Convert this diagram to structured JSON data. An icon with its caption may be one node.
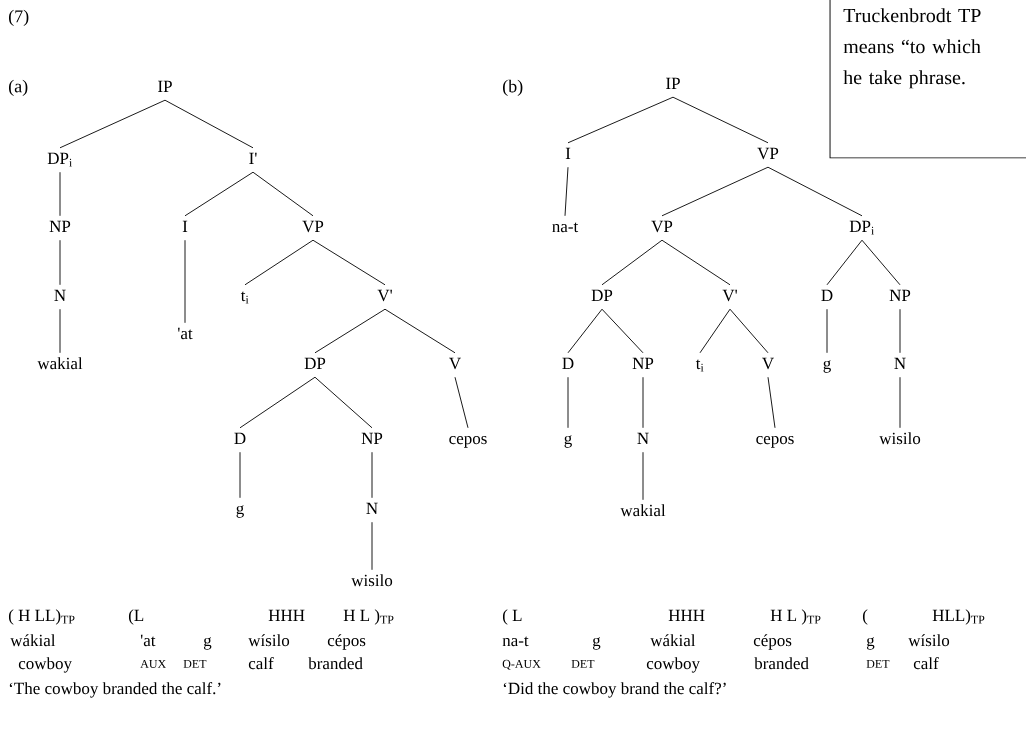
{
  "diagram": {
    "nodes": [
      {
        "text": [
          "IP"
        ]
      },
      {
        "text": [
          "DP$_{i}$"
        ]
      },
      {
        "text": [
          "I'"
        ]
      },
      {
        "text": [
          "NP"
        ]
      },
      {
        "text": [
          "I"
        ]
      },
      {
        "text": [
          "VP"
        ]
      },
      {
        "text": [
          "N"
        ]
      },
      {
        "text": [
          "'at"
        ]
      },
      {
        "text": [
          "t$_{i}$"
        ]
      },
      {
        "text": [
          "V'"
        ]
      },
      {
        "text": [
          "wakial"
        ]
      },
      {
        "text": [
          "DP"
        ]
      },
      {
        "text": [
          "V"
        ]
      },
      {
        "text": [
          "D"
        ]
      },
      {
        "text": [
          "NP"
        ]
      },
      {
        "text": [
          "cepos"
        ]
      },
      {
        "text": [
          "g"
        ]
      },
      {
        "text": [
          "N"
        ]
      },
      {
        "text": [
          "wisilo"
        ]
      },
      {
        "text": [
          "IP"
        ]
      },
      {
        "text": [
          "I"
        ]
      },
      {
        "text": [
          "VP"
        ]
      },
      {
        "text": [
          "na-t"
        ]
      },
      {
        "text": [
          "VP"
        ]
      },
      {
        "text": [
          "DP$_{i}$"
        ]
      },
      {
        "text": [
          "DP"
        ]
      },
      {
        "text": [
          "V'"
        ]
      },
      {
        "text": [
          "D"
        ]
      },
      {
        "text": [
          "NP"
        ]
      },
      {
        "text": [
          "D"
        ]
      },
      {
        "text": [
          "NP"
        ]
      },
      {
        "text": [
          "t$_{i}$"
        ]
      },
      {
        "text": [
          "V"
        ]
      },
      {
        "text": [
          "g"
        ]
      },
      {
        "text": [
          "N"
        ]
      },
      {
        "text": [
          "g"
        ]
      },
      {
        "text": [
          "N"
        ]
      },
      {
        "text": [
          "cepos"
        ]
      },
      {
        "text": [
          "wisilo"
        ]
      },
      {
        "text": [
          "wakial"
        ]
      },
      {
        "text": [
          "Truckenbrodt TP means “to which he take phrase."
        ]
      }
    ],
    "edges": [
      {
        "from": 0,
        "to": 1,
        "arrow": "none"
      },
      {
        "from": 0,
        "to": 2,
        "arrow": "none"
      },
      {
        "from": 1,
        "to": 3,
        "arrow": "none"
      },
      {
        "from": 3,
        "to": 6,
        "arrow": "none"
      },
      {
        "from": 6,
        "to": 10,
        "arrow": "none"
      },
      {
        "from": 2,
        "to": 4,
        "arrow": "none"
      },
      {
        "from": 2,
        "to": 5,
        "arrow": "none"
      },
      {
        "from": 4,
        "to": 7,
        "arrow": "none"
      },
      {
        "from": 5,
        "to": 8,
        "arrow": "none"
      },
      {
        "from": 5,
        "to": 9,
        "arrow": "none"
      },
      {
        "from": 9,
        "to": 11,
        "arrow": "none"
      },
      {
        "from": 9,
        "to": 12,
        "arrow": "none"
      },
      {
        "from": 11,
        "to": 13,
        "arrow": "none"
      },
      {
        "from": 11,
        "to": 14,
        "arrow": "none"
      },
      {
        "from": 12,
        "to": 15,
        "arrow": "none"
      },
      {
        "from": 13,
        "to": 16,
        "arrow": "none"
      },
      {
        "from": 14,
        "to": 17,
        "arrow": "none"
      },
      {
        "from": 17,
        "to": 18,
        "arrow": "none"
      },
      {
        "from": 19,
        "to": 20,
        "arrow": "none"
      },
      {
        "from": 19,
        "to": 21,
        "arrow": "none"
      },
      {
        "from": 20,
        "to": 22,
        "arrow": "none"
      },
      {
        "from": 21,
        "to": 23,
        "arrow": "none"
      },
      {
        "from": 21,
        "to": 24,
        "arrow": "none"
      },
      {
        "from": 23,
        "to": 25,
        "arrow": "none"
      },
      {
        "from": 23,
        "to": 26,
        "arrow": "none"
      },
      {
        "from": 24,
        "to": 27,
        "arrow": "none"
      },
      {
        "from": 24,
        "to": 28,
        "arrow": "none"
      },
      {
        "from": 25,
        "to": 29,
        "arrow": "none"
      },
      {
        "from": 25,
        "to": 30,
        "arrow": "none"
      },
      {
        "from": 26,
        "to": 31,
        "arrow": "none"
      },
      {
        "from": 26,
        "to": 32,
        "arrow": "none"
      },
      {
        "from": 27,
        "to": 33,
        "arrow": "none"
      },
      {
        "from": 28,
        "to": 34,
        "arrow": "none"
      },
      {
        "from": 29,
        "to": 35,
        "arrow": "none"
      },
      {
        "from": 30,
        "to": 36,
        "arrow": "none"
      },
      {
        "from": 32,
        "to": 37,
        "arrow": "none"
      },
      {
        "from": 34,
        "to": 38,
        "arrow": "none"
      },
      {
        "from": 36,
        "to": 39,
        "arrow": "none"
      }
    ],
    "labels": [
      "(7)",
      "(a)",
      "(b)",
      "( H LL)$_{TP}$",
      "(L",
      "HHH",
      "H L )$_{TP}$",
      "wákial",
      "'at",
      "g",
      "wísilo",
      "cépos",
      "cowboy",
      "AUX",
      "DET",
      "calf",
      "branded",
      "‘The cowboy branded the calf.’",
      "( L",
      "HHH",
      "H L )$_{TP}$",
      "(",
      "HLL)$_{TP}$",
      "na-t",
      "g",
      "wákial",
      "cépos",
      "g",
      "wísilo",
      "Q-AUX",
      "DET",
      "cowboy",
      "branded",
      "DET",
      "calf",
      "‘Did the cowboy brand the calf?’"
    ]
  }
}
